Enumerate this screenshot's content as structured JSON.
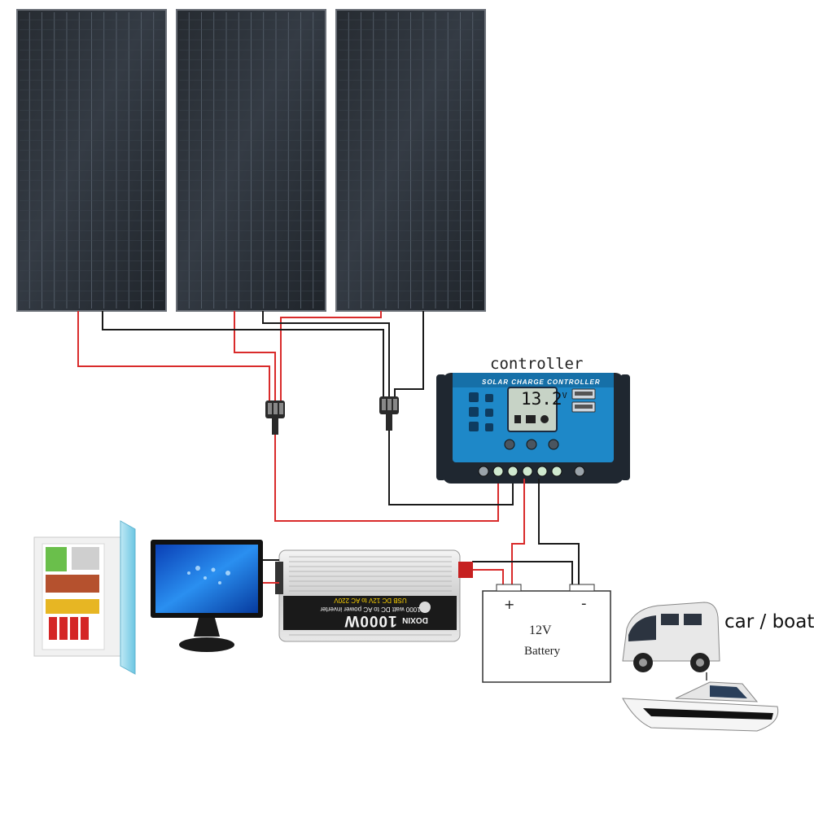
{
  "labels": {
    "controller": "controller",
    "controller_title": "SOLAR CHARGE CONTROLLER",
    "lcd_reading": "13.2",
    "lcd_unit": "V",
    "battery_plus": "+",
    "battery_minus": "-",
    "battery_voltage": "12V",
    "battery_name": "Battery",
    "destination": "car / boat",
    "inverter_line1": "1000 watt DC to AC power inverter",
    "inverter_line2": "USB DC 12V to AC 220V",
    "inverter_watt": "1000W",
    "inverter_brand": "DOXIN"
  },
  "colors": {
    "wire_positive": "#d92b2b",
    "wire_negative": "#1a1a1a",
    "panel": "#2b3138",
    "controller_blue": "#1e88c8",
    "controller_body": "#222a33",
    "inverter_body": "#d8d8d8"
  },
  "icons": [
    "solar-panel-icon",
    "fridge-icon",
    "monitor-icon",
    "van-icon",
    "boat-icon"
  ]
}
